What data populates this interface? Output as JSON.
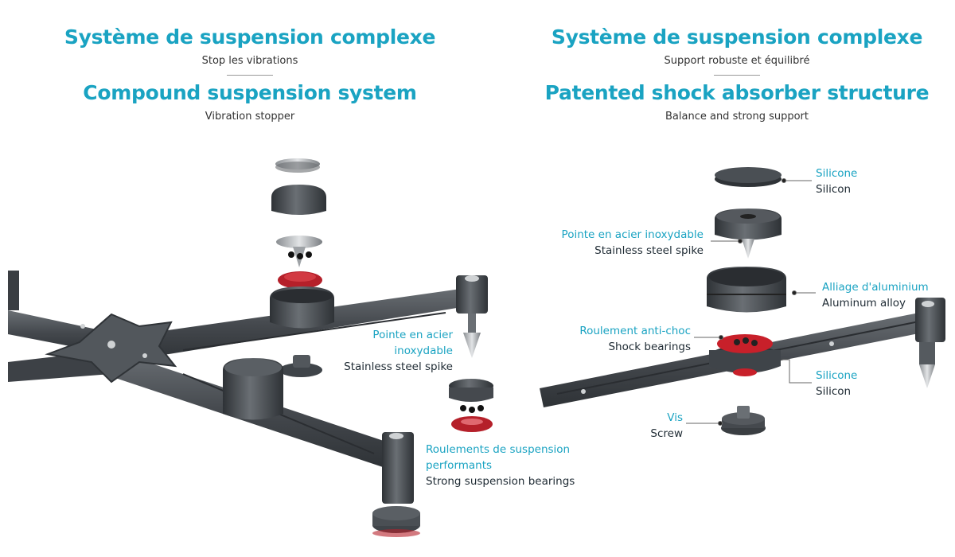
{
  "left": {
    "title_fr": "Système de suspension complexe",
    "subtitle_fr": "Stop les vibrations",
    "title_en": "Compound suspension system",
    "subtitle_en": "Vibration stopper",
    "callouts": {
      "spike_fr_1": "Pointe en acier",
      "spike_fr_2": "inoxydable",
      "spike_en": "Stainless steel spike",
      "bearings_fr_1": "Roulements de suspension",
      "bearings_fr_2": "performants",
      "bearings_en": "Strong suspension bearings"
    }
  },
  "right": {
    "title_fr": "Système de suspension complexe",
    "subtitle_fr": "Support robuste et équilibré",
    "title_en": "Patented shock absorber structure",
    "subtitle_en": "Balance and strong support",
    "callouts": {
      "silicone_top_fr": "Silicone",
      "silicone_top_en": "Silicon",
      "spike_fr": "Pointe en acier inoxydable",
      "spike_en": "Stainless steel spike",
      "alloy_fr": "Alliage d'aluminium",
      "alloy_en": "Aluminum alloy",
      "bearing_fr": "Roulement anti-choc",
      "bearing_en": "Shock bearings",
      "silicone_bottom_fr": "Silicone",
      "silicone_bottom_en": "Silicon",
      "screw_fr": "Vis",
      "screw_en": "Screw"
    }
  },
  "colors": {
    "accent": "#1aa3c2",
    "text": "#1e2a33",
    "metal_dark": "#3f4449",
    "bearing_red": "#c8202a"
  }
}
